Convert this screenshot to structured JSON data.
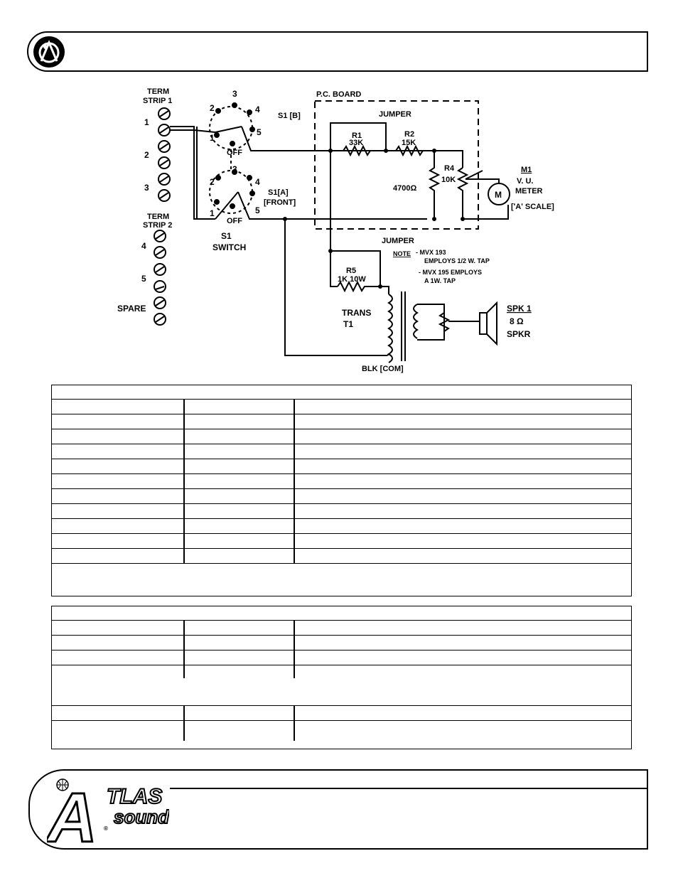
{
  "schematic": {
    "term_strip1": [
      "TERM",
      "STRIP 1"
    ],
    "term_strip2": [
      "TERM",
      "STRIP 2"
    ],
    "terminal_labels": [
      "1",
      "2",
      "3",
      "4",
      "5"
    ],
    "spare": "SPARE",
    "switch_b_positions": [
      "1",
      "2",
      "3",
      "4",
      "5"
    ],
    "switch_b_off": "OFF",
    "switch_b_label": "S1 [B]",
    "switch_a_positions": [
      "1",
      "2",
      "3",
      "4",
      "5"
    ],
    "switch_a_off": "OFF",
    "switch_a_label": [
      "S1[A]",
      "[FRONT]"
    ],
    "switch_name": [
      "S1",
      "SWITCH"
    ],
    "pc_board": "P.C. BOARD",
    "jumper": "JUMPER",
    "r1": [
      "R1",
      "33K"
    ],
    "r2": [
      "R2",
      "15K"
    ],
    "r4": [
      "R4",
      "10K"
    ],
    "r3_value": "4700Ω",
    "meter_ref": "M1",
    "meter_desc": [
      "V. U.",
      "METER",
      "[ʹAʹ SCALE]"
    ],
    "meter_symbol": "M",
    "jumper2": "JUMPER",
    "note_title": "NOTE",
    "note_lines": [
      "- MVX 193",
      "EMPLOYS 1/2 W. TAP",
      "- MVX 195 EMPLOYS",
      "A 1W. TAP"
    ],
    "r5": [
      "R5",
      "1K  10W"
    ],
    "trans": [
      "TRANS",
      "T1"
    ],
    "spk_ref": "SPK 1",
    "spk_desc": [
      "8 Ω",
      "SPKR"
    ],
    "blk_com": "BLK [COM]"
  },
  "logo": {
    "brand_top": "TLAS",
    "brand_bottom": "sound",
    "initial": "A",
    "registered": "®"
  },
  "colors": {
    "line": "#000000",
    "background": "#ffffff"
  }
}
